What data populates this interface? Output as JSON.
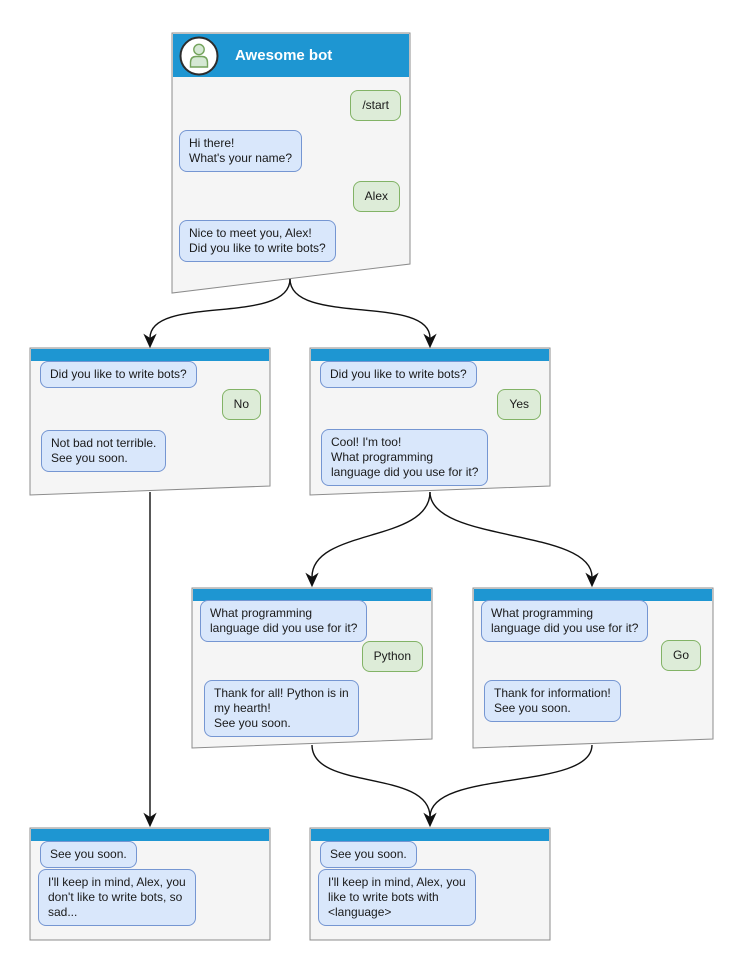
{
  "colors": {
    "header_blue": "#1e96d2",
    "card_fill": "#f5f5f5",
    "card_border": "#8c8c8c",
    "bubble_blue_fill": "#d9e7fb",
    "bubble_blue_border": "#7596d2",
    "bubble_green_fill": "#ddecd8",
    "bubble_green_border": "#82b366",
    "arrow_color": "#111111",
    "text_color": "#1a1a1a",
    "title_color": "#ffffff"
  },
  "icons": {
    "avatar": "bot-person-icon"
  },
  "cards": {
    "root": {
      "title": "Awesome bot",
      "messages": [
        {
          "from": "user",
          "text": "/start"
        },
        {
          "from": "bot",
          "text": "Hi there!\nWhat's your name?"
        },
        {
          "from": "user",
          "text": "Alex"
        },
        {
          "from": "bot",
          "text": "Nice to meet you, Alex!\nDid you like to write bots?"
        }
      ]
    },
    "no_branch": {
      "messages": [
        {
          "from": "bot",
          "text": "Did you like to write bots?"
        },
        {
          "from": "user",
          "text": "No"
        },
        {
          "from": "bot",
          "text": "Not bad not terrible.\nSee you soon."
        }
      ]
    },
    "yes_branch": {
      "messages": [
        {
          "from": "bot",
          "text": "Did you like to write bots?"
        },
        {
          "from": "user",
          "text": "Yes"
        },
        {
          "from": "bot",
          "text": "Cool! I'm too!\nWhat programming\nlanguage did you use for it?"
        }
      ]
    },
    "python_branch": {
      "messages": [
        {
          "from": "bot",
          "text": "What programming\nlanguage did you use for it?"
        },
        {
          "from": "user",
          "text": "Python"
        },
        {
          "from": "bot",
          "text": "Thank for all! Python is in\nmy hearth!\nSee you soon."
        }
      ]
    },
    "go_branch": {
      "messages": [
        {
          "from": "bot",
          "text": "What programming\nlanguage did you use for it?"
        },
        {
          "from": "user",
          "text": "Go"
        },
        {
          "from": "bot",
          "text": "Thank for information!\nSee you soon."
        }
      ]
    },
    "end_no": {
      "messages": [
        {
          "from": "bot",
          "text": "See you soon."
        },
        {
          "from": "bot",
          "text": "I'll keep in mind, Alex, you\ndon't like to write bots, so\nsad..."
        }
      ]
    },
    "end_yes": {
      "messages": [
        {
          "from": "bot",
          "text": "See you soon."
        },
        {
          "from": "bot",
          "text": "I'll keep in mind, Alex, you\nlike to write bots with\n<language>"
        }
      ]
    }
  }
}
